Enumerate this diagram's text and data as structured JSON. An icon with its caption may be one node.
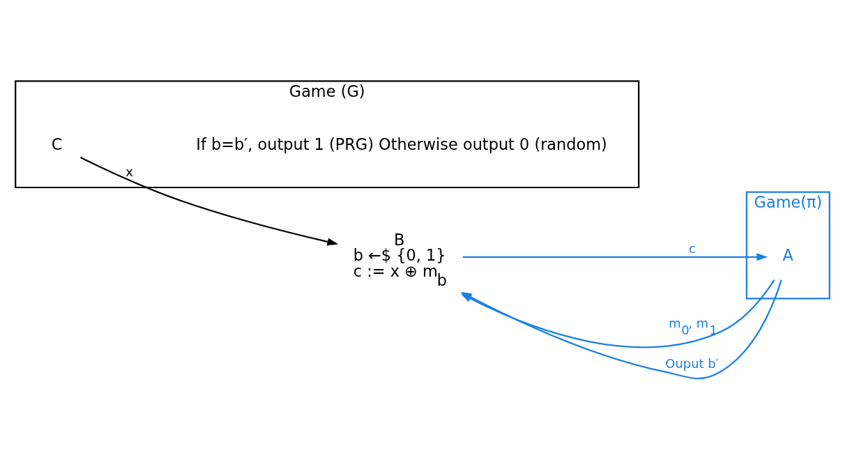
{
  "diagram": {
    "nodes": [
      {
        "text": [
          "Game (G)"
        ]
      },
      {
        "text": [
          "C"
        ],
        "in": 0
      },
      {
        "text": [
          "B",
          "b ←$ {0, 1}",
          "c := x ⊕ m$_{b}$"
        ]
      },
      {
        "text": [
          "Game(π)"
        ]
      },
      {
        "text": [
          "A"
        ],
        "in": 3
      }
    ],
    "edges": [
      {
        "from": 1,
        "to": 2,
        "arrow": "to",
        "label": "x",
        "color": "#000000"
      },
      {
        "from": 4,
        "to": 2,
        "arrow": "to",
        "label": "m$_{0}$, m$_{1}$",
        "color": "#1a7fe6"
      },
      {
        "from": 2,
        "to": 4,
        "arrow": "to",
        "label": "c",
        "color": "#1a7fe6"
      },
      {
        "from": 4,
        "to": 2,
        "arrow": "to",
        "label": "Ouput b′",
        "color": "#1a7fe6"
      }
    ],
    "labels": [
      "If b=b′, output 1 (PRG) Otherwise output 0 (random)"
    ]
  }
}
